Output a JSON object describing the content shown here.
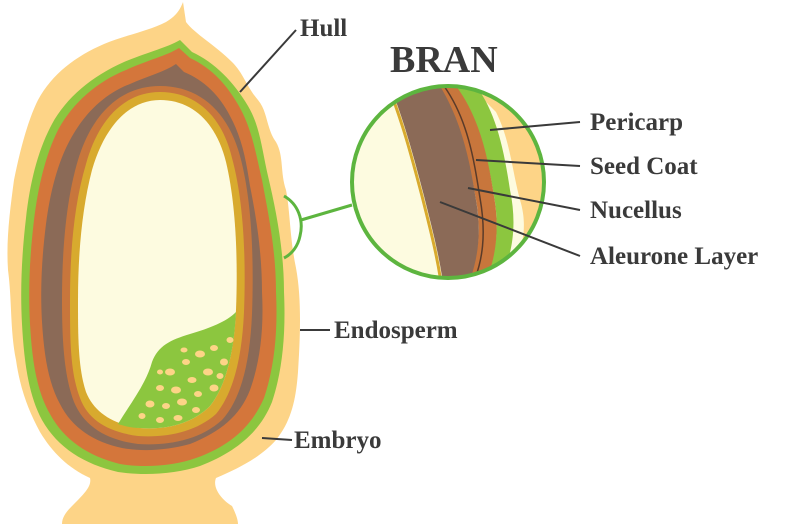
{
  "title": "BRAN",
  "labels": {
    "hull": "Hull",
    "pericarp": "Pericarp",
    "seed_coat": "Seed Coat",
    "nucellus": "Nucellus",
    "aleurone_layer": "Aleurone Layer",
    "endosperm": "Endosperm",
    "embryo": "Embryo"
  },
  "colors": {
    "hull": "#fdd487",
    "pericarp": "#8cc63f",
    "seed_coat": "#d4763b",
    "nucellus": "#c87a3c",
    "aleurone_layer": "#8b6a57",
    "endosperm_rim": "#d8aa2e",
    "endosperm": "#fdfbe0",
    "embryo": "#8cc63f",
    "magnifier_ring": "#5db53f",
    "text": "#3a3a3a"
  },
  "icons": {
    "magnifier": "magnifier-circle-icon"
  }
}
